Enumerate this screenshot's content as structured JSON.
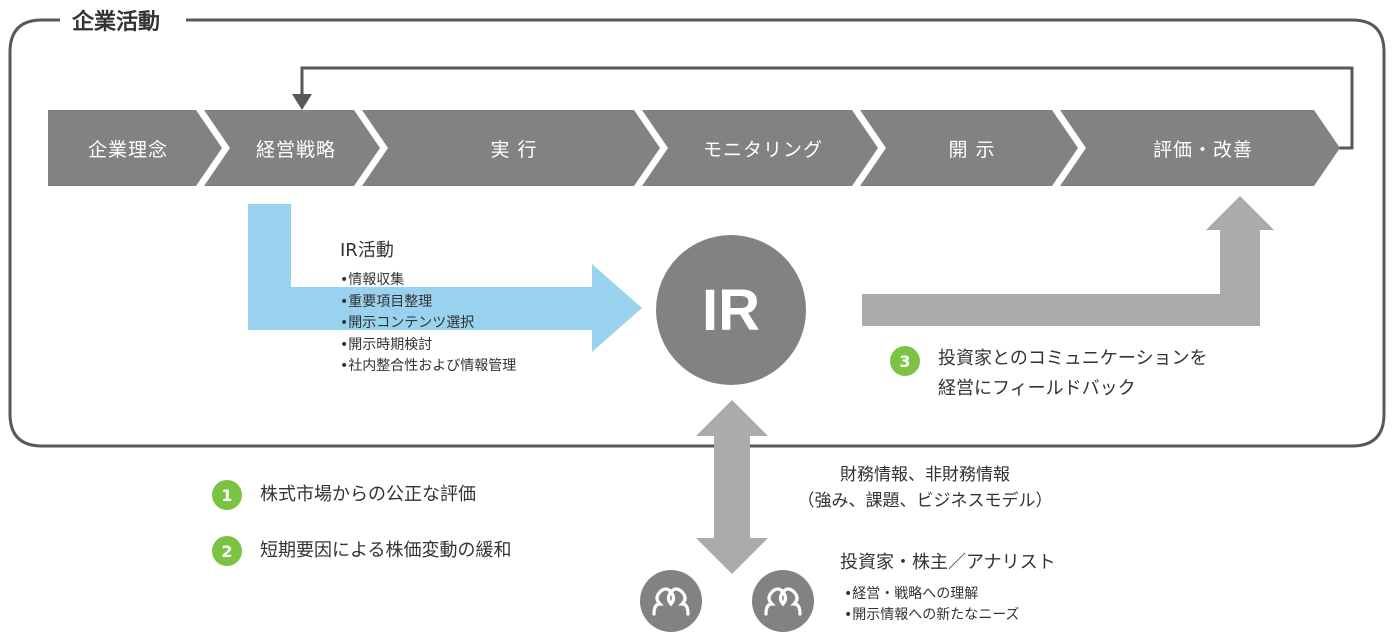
{
  "frame": {
    "title": "企業活動"
  },
  "process_steps": [
    {
      "label": "企業理念"
    },
    {
      "label": "経営戦略"
    },
    {
      "label": "実 行"
    },
    {
      "label": "モニタリング"
    },
    {
      "label": "開 示"
    },
    {
      "label": "評価・改善"
    }
  ],
  "ir_activity": {
    "title": "IR活動",
    "items": [
      "•情報収集",
      "•重要項目整理",
      "•開示コンテンツ選択",
      "•開示時期検討",
      "•社内整合性および情報管理"
    ]
  },
  "ir_center": {
    "label": "IR"
  },
  "feedback": {
    "number": "3",
    "line1": "投資家とのコミュニケーションを",
    "line2": "経営にフィールドバック"
  },
  "benefits": [
    {
      "number": "1",
      "text": "株式市場からの公正な評価"
    },
    {
      "number": "2",
      "text": "短期要因による株価変動の緩和"
    }
  ],
  "disclosure_info": {
    "line1": "財務情報、非財務情報",
    "line2": "（強み、課題、ビジネスモデル）"
  },
  "investors": {
    "title": "投資家・株主／アナリスト",
    "items": [
      "•経営・戦略への理解",
      "•開示情報への新たなニーズ"
    ]
  },
  "colors": {
    "step_fill": "#808284",
    "flow_blue": "#99d2ee",
    "return_gray": "#a9abad",
    "badge_green": "#7cc243",
    "frame_line": "#58595b"
  }
}
